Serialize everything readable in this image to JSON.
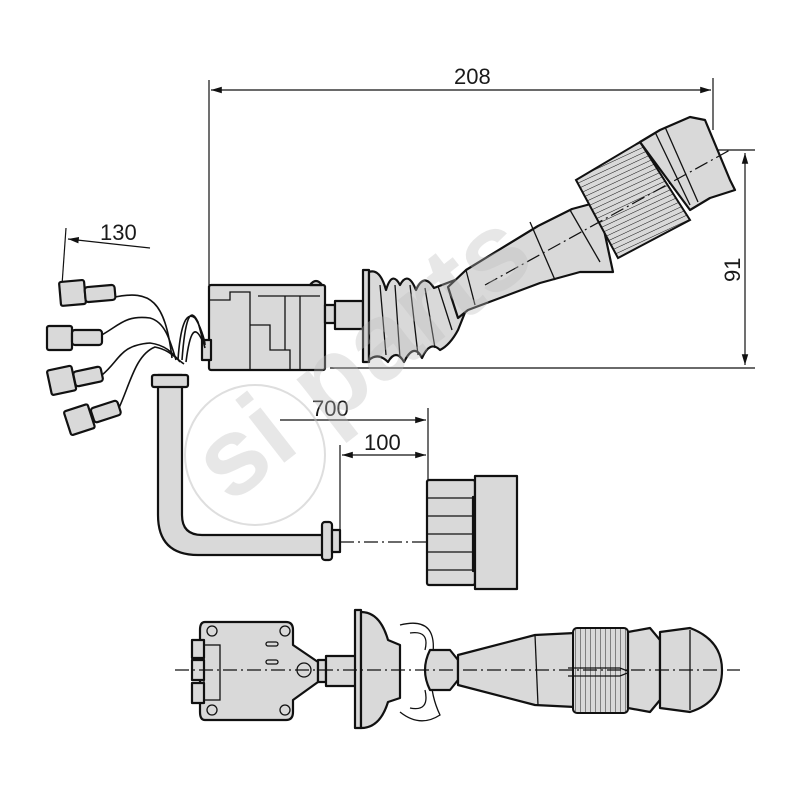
{
  "drawing": {
    "subject": "Steering column combination switch (stalk) technical drawing",
    "fill_color": "#d9d9d9",
    "line_color": "#111111",
    "background": "#ffffff"
  },
  "dimensions": {
    "overall_length": "208",
    "lever_height": "91",
    "wire_lead_length": "130",
    "cable_length": "700",
    "connector_offset": "100"
  },
  "views": {
    "side_view": "Side view with lever angled upward, connector block and wire leads",
    "plug_detail": "Multi-pin plug connector on cable end",
    "top_view": "Top view along centerline"
  },
  "watermark": {
    "text": "si parts",
    "color": "#bdbdbd"
  }
}
